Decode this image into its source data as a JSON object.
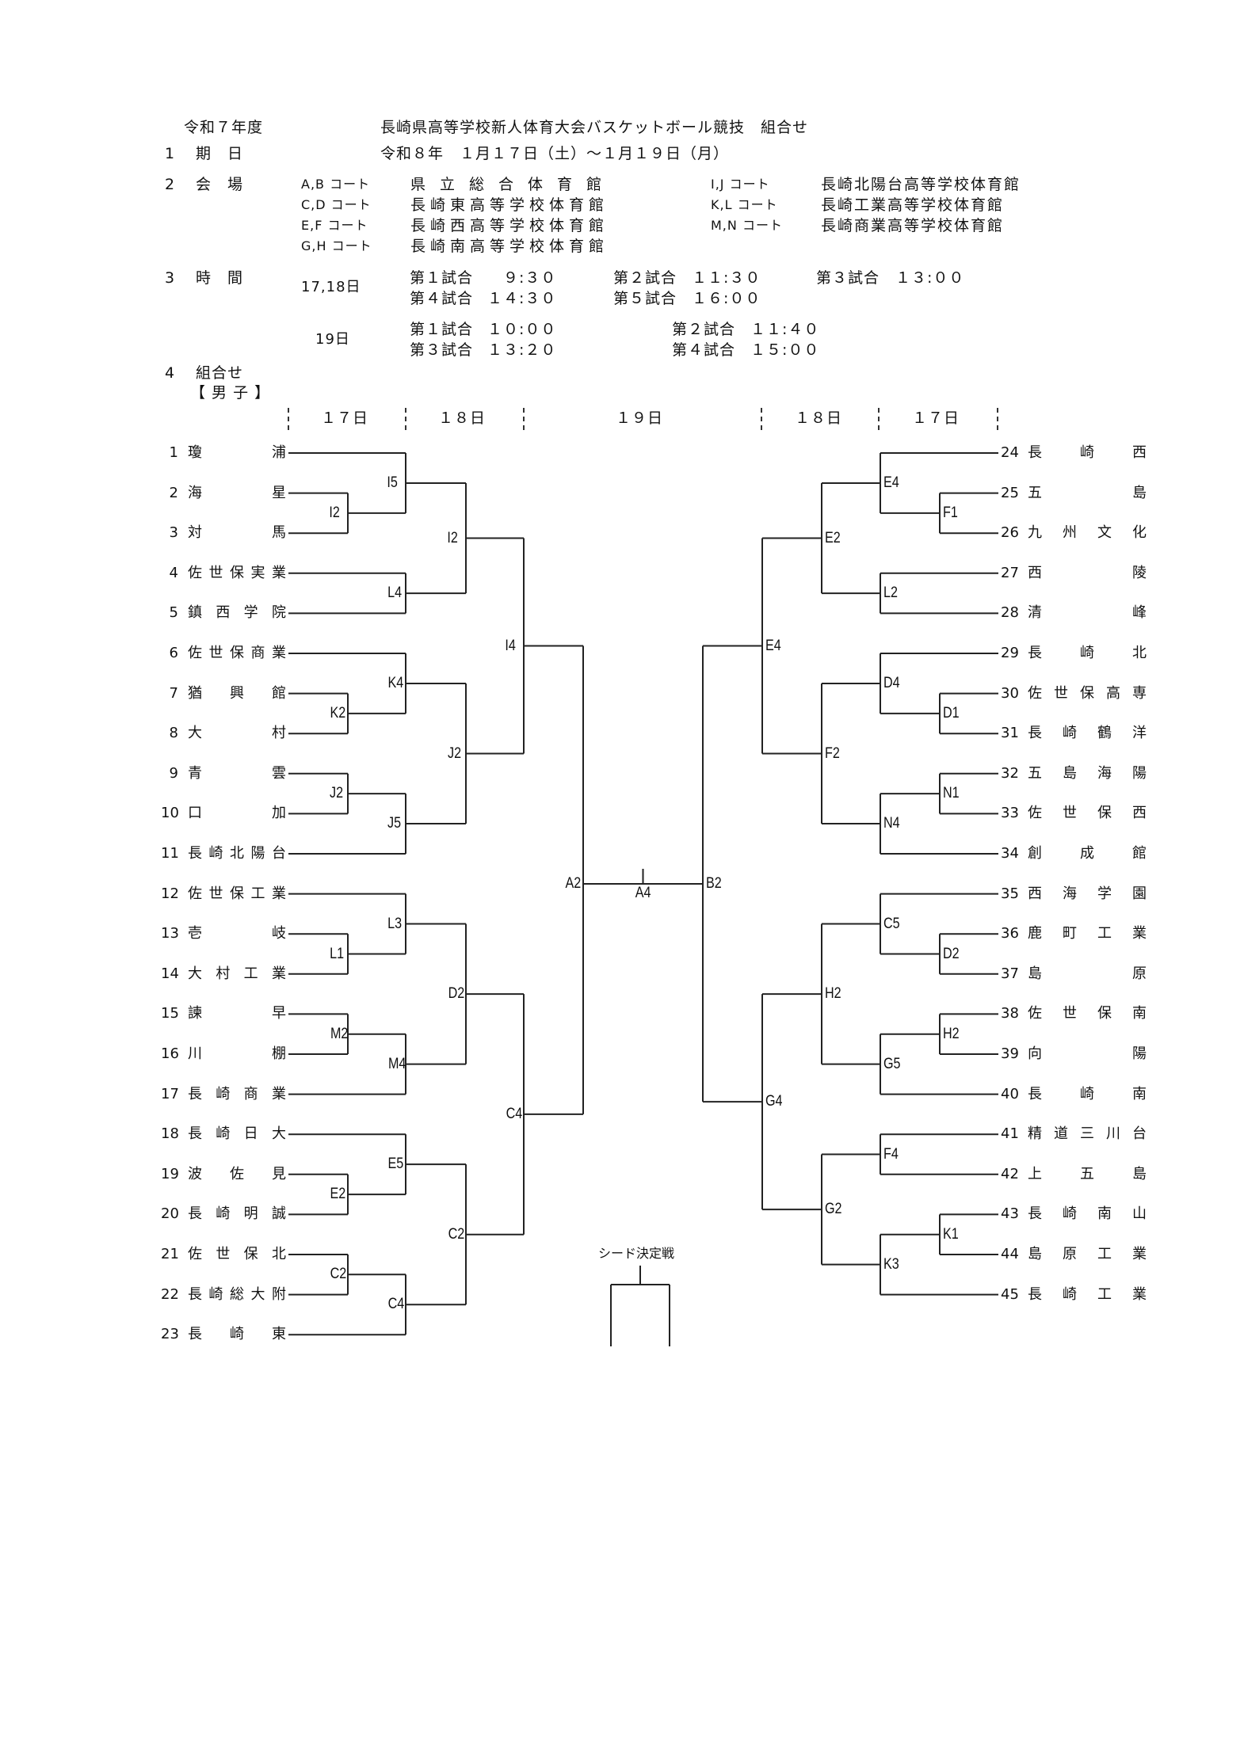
{
  "header": {
    "year": "令和７年度",
    "title": "長崎県高等学校新人体育大会バスケットボール競技　組合せ"
  },
  "section1": {
    "label_num": "1",
    "label": "期　日",
    "value": "令和８年　１月１７日（土）～１月１９日（月）"
  },
  "section2": {
    "label_num": "2",
    "label": "会　場",
    "venues": [
      {
        "court": "A,B コート",
        "venue": "県立総合体育館"
      },
      {
        "court": "C,D コート",
        "venue": "長崎東高等学校体育館"
      },
      {
        "court": "E,F コート",
        "venue": "長崎西高等学校体育館"
      },
      {
        "court": "G,H コート",
        "venue": "長崎南高等学校体育館"
      },
      {
        "court": "I,J コート",
        "venue": "長崎北陽台高等学校体育館"
      },
      {
        "court": "K,L コート",
        "venue": "長崎工業高等学校体育館"
      },
      {
        "court": "M,N コート",
        "venue": "長崎商業高等学校体育館"
      }
    ]
  },
  "section3": {
    "label_num": "3",
    "label": "時　間",
    "day_1718": "17,18日",
    "games_1718": [
      {
        "game": "第１試合",
        "time": "９:３０"
      },
      {
        "game": "第２試合",
        "time": "１１:３０"
      },
      {
        "game": "第３試合",
        "time": "１３:００"
      },
      {
        "game": "第４試合",
        "time": "１４:３０"
      },
      {
        "game": "第５試合",
        "time": "１６:００"
      }
    ],
    "day_19": "19日",
    "games_19": [
      {
        "game": "第１試合",
        "time": "１０:００"
      },
      {
        "game": "第２試合",
        "time": "１１:４０"
      },
      {
        "game": "第３試合",
        "time": "１３:２０"
      },
      {
        "game": "第４試合",
        "time": "１５:００"
      }
    ]
  },
  "section4": {
    "label_num": "4",
    "label": "組合せ",
    "division": "【 男 子 】"
  },
  "days_header": [
    "１７日",
    "１８日",
    "１９日",
    "１８日",
    "１７日"
  ],
  "left_teams": [
    {
      "num": "1",
      "name": "瓊浦"
    },
    {
      "num": "2",
      "name": "海星"
    },
    {
      "num": "3",
      "name": "対馬"
    },
    {
      "num": "4",
      "name": "佐世保実業"
    },
    {
      "num": "5",
      "name": "鎮西学院"
    },
    {
      "num": "6",
      "name": "佐世保商業"
    },
    {
      "num": "7",
      "name": "猶興館"
    },
    {
      "num": "8",
      "name": "大村"
    },
    {
      "num": "9",
      "name": "青雲"
    },
    {
      "num": "10",
      "name": "口加"
    },
    {
      "num": "11",
      "name": "長崎北陽台"
    },
    {
      "num": "12",
      "name": "佐世保工業"
    },
    {
      "num": "13",
      "name": "壱岐"
    },
    {
      "num": "14",
      "name": "大村工業"
    },
    {
      "num": "15",
      "name": "諫早"
    },
    {
      "num": "16",
      "name": "川棚"
    },
    {
      "num": "17",
      "name": "長崎商業"
    },
    {
      "num": "18",
      "name": "長崎日大"
    },
    {
      "num": "19",
      "name": "波佐見"
    },
    {
      "num": "20",
      "name": "長崎明誠"
    },
    {
      "num": "21",
      "name": "佐世保北"
    },
    {
      "num": "22",
      "name": "長崎総大附"
    },
    {
      "num": "23",
      "name": "長崎東"
    }
  ],
  "right_teams": [
    {
      "num": "24",
      "name": "長崎西"
    },
    {
      "num": "25",
      "name": "五島"
    },
    {
      "num": "26",
      "name": "九州文化"
    },
    {
      "num": "27",
      "name": "西陵"
    },
    {
      "num": "28",
      "name": "清峰"
    },
    {
      "num": "29",
      "name": "長崎北"
    },
    {
      "num": "30",
      "name": "佐世保高専"
    },
    {
      "num": "31",
      "name": "長崎鶴洋"
    },
    {
      "num": "32",
      "name": "五島海陽"
    },
    {
      "num": "33",
      "name": "佐世保西"
    },
    {
      "num": "34",
      "name": "創成館"
    },
    {
      "num": "35",
      "name": "西海学園"
    },
    {
      "num": "36",
      "name": "鹿町工業"
    },
    {
      "num": "37",
      "name": "島原"
    },
    {
      "num": "38",
      "name": "佐世保南"
    },
    {
      "num": "39",
      "name": "向陽"
    },
    {
      "num": "40",
      "name": "長崎南"
    },
    {
      "num": "41",
      "name": "精道三川台"
    },
    {
      "num": "42",
      "name": "上五島"
    },
    {
      "num": "43",
      "name": "長崎南山"
    },
    {
      "num": "44",
      "name": "島原工業"
    },
    {
      "num": "45",
      "name": "長崎工業"
    }
  ],
  "left_matches": [
    {
      "label": "I2",
      "round": 1,
      "a": 1,
      "b": 2
    },
    {
      "label": "I5",
      "round": 2,
      "a": 0,
      "b": "I2a"
    },
    {
      "label": "L4",
      "round": 2,
      "a": 3,
      "b": 4
    },
    {
      "label": "I2",
      "round": 3,
      "a": "I5",
      "b": "L4"
    },
    {
      "label": "K2",
      "round": 1,
      "a": 6,
      "b": 7
    },
    {
      "label": "K4",
      "round": 2,
      "a": 5,
      "b": "K2"
    },
    {
      "label": "J2",
      "round": 1,
      "a": 8,
      "b": 9
    },
    {
      "label": "J5",
      "round": 2,
      "a": "J2a",
      "b": 10
    },
    {
      "label": "J2",
      "round": 3,
      "a": "K4",
      "b": "J5"
    },
    {
      "label": "I4",
      "round": 4,
      "a": "I2b",
      "b": "J2b"
    },
    {
      "label": "L1",
      "round": 1,
      "a": 12,
      "b": 13
    },
    {
      "label": "L3",
      "round": 2,
      "a": 11,
      "b": "L1"
    },
    {
      "label": "M2",
      "round": 1,
      "a": 14,
      "b": 15
    },
    {
      "label": "M4",
      "round": 2,
      "a": "M2",
      "b": 16
    },
    {
      "label": "D2",
      "round": 3,
      "a": "L3",
      "b": "M4"
    },
    {
      "label": "E2",
      "round": 1,
      "a": 18,
      "b": 19
    },
    {
      "label": "E5",
      "round": 2,
      "a": 17,
      "b": "E2"
    },
    {
      "label": "C2",
      "round": 1,
      "a": 20,
      "b": 21
    },
    {
      "label": "C4",
      "round": 2,
      "a": "C2a",
      "b": 22
    },
    {
      "label": "C2",
      "round": 3,
      "a": "E5",
      "b": "C4a"
    },
    {
      "label": "C4",
      "round": 4,
      "a": "D2",
      "b": "C2b"
    },
    {
      "label": "A2",
      "round": 5,
      "a": "I4",
      "b": "C4b"
    }
  ],
  "right_matches": [
    {
      "label": "F1",
      "round": 1
    },
    {
      "label": "E4",
      "round": 2
    },
    {
      "label": "L2",
      "round": 2
    },
    {
      "label": "E2",
      "round": 3
    },
    {
      "label": "D1",
      "round": 1
    },
    {
      "label": "D4",
      "round": 2
    },
    {
      "label": "N1",
      "round": 1
    },
    {
      "label": "N4",
      "round": 2
    },
    {
      "label": "F2",
      "round": 3
    },
    {
      "label": "E4",
      "round": 4
    },
    {
      "label": "D2",
      "round": 1
    },
    {
      "label": "C5",
      "round": 2
    },
    {
      "label": "H2",
      "round": 1
    },
    {
      "label": "G5",
      "round": 2
    },
    {
      "label": "H2",
      "round": 3
    },
    {
      "label": "F4",
      "round": 2
    },
    {
      "label": "K1",
      "round": 1
    },
    {
      "label": "K3",
      "round": 2
    },
    {
      "label": "G2",
      "round": 3
    },
    {
      "label": "G4",
      "round": 4
    },
    {
      "label": "B2",
      "round": 5
    }
  ],
  "final": {
    "label": "A4"
  },
  "seed_decision": {
    "label": "シード決定戦"
  }
}
